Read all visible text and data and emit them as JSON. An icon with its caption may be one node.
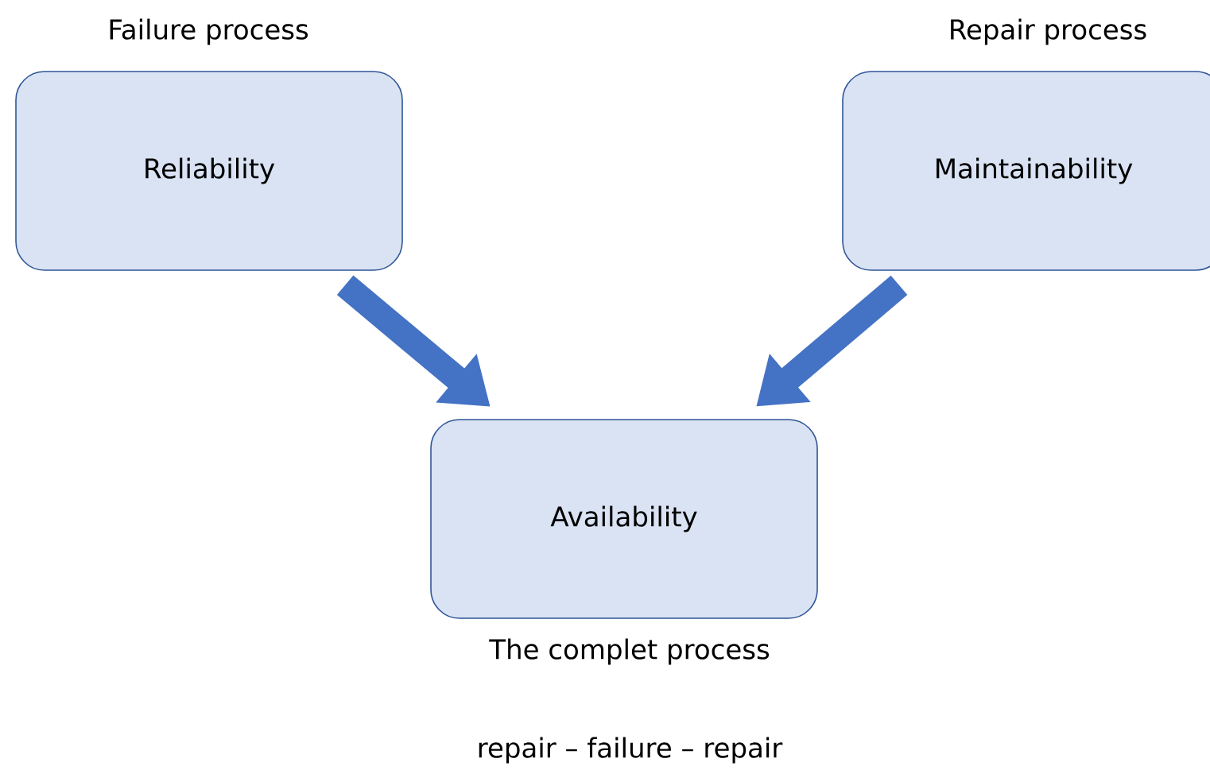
{
  "diagram": {
    "nodes": [
      {
        "text": [
          "Reliability"
        ],
        "beside": [
          "Failure process"
        ]
      },
      {
        "text": [
          "Maintainability"
        ],
        "beside": [
          "Repair process"
        ]
      },
      {
        "text": [
          "Availability"
        ],
        "beside": [
          "The complet process",
          "repair – failure – repair"
        ]
      }
    ],
    "edges": [
      {
        "from": 0,
        "to": 2,
        "arrow": "to"
      },
      {
        "from": 1,
        "to": 2,
        "arrow": "to"
      }
    ]
  }
}
